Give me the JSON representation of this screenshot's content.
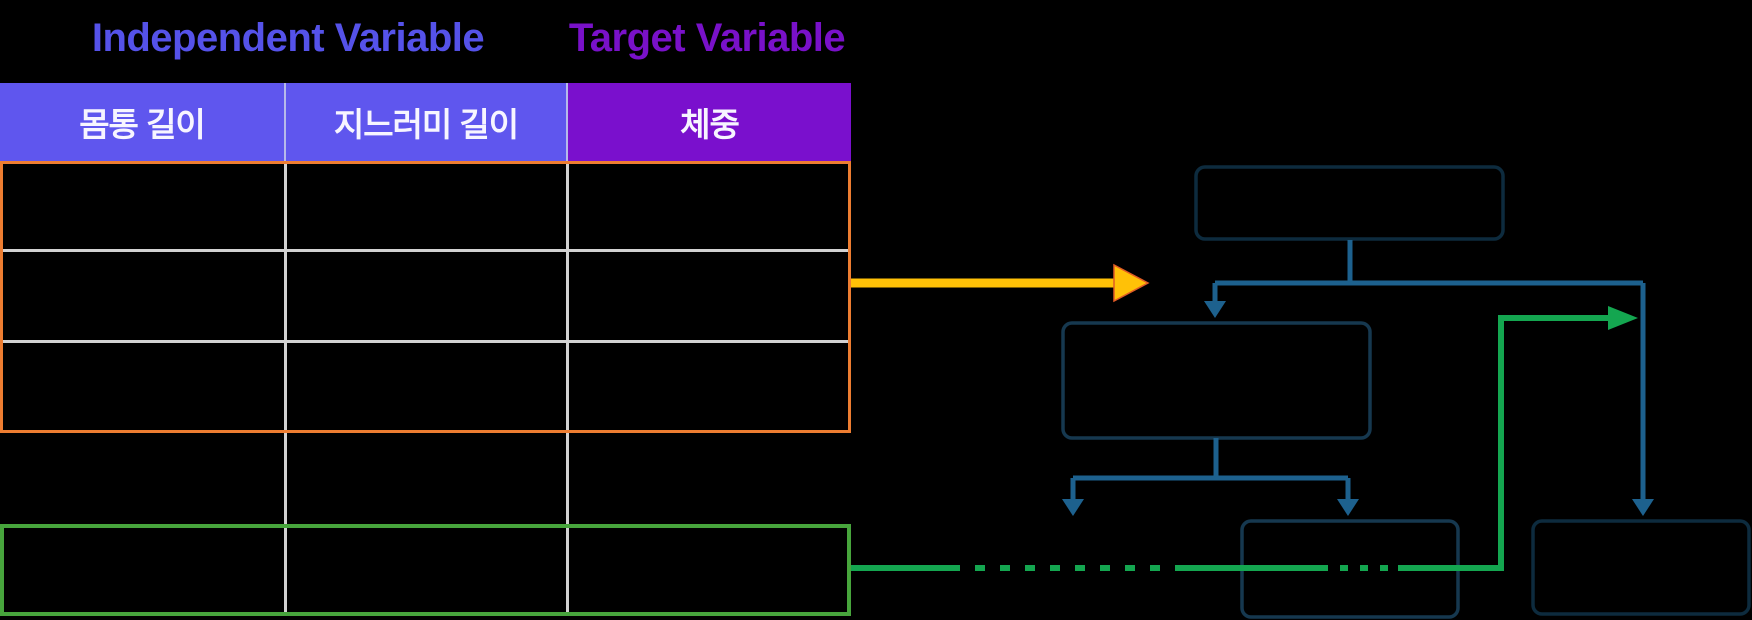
{
  "titles": {
    "independent": {
      "label": "Independent Variable",
      "color": "#5552e9"
    },
    "target": {
      "label": "Target Variable",
      "color": "#7911c9"
    }
  },
  "table": {
    "columns": [
      {
        "label": "몸통 길이",
        "group": "independent",
        "header_bg": "#5f56ee"
      },
      {
        "label": "지느러미 길이",
        "group": "independent",
        "header_bg": "#5f56ee"
      },
      {
        "label": "체중",
        "group": "target",
        "header_bg": "#7a10cd"
      }
    ],
    "rows": [
      [
        "",
        "",
        ""
      ],
      [
        "",
        "",
        ""
      ],
      [
        "",
        "",
        ""
      ],
      [
        "",
        "",
        ""
      ],
      [
        "",
        "",
        ""
      ]
    ],
    "highlights": {
      "orange_border_rows": [
        1,
        2,
        3
      ],
      "orange_color": "#ed7d31",
      "green_border_row": 5,
      "green_color": "#47a53c"
    }
  },
  "flowchart": {
    "nodes": [
      {
        "id": "root",
        "label": ""
      },
      {
        "id": "internal",
        "label": ""
      },
      {
        "id": "leaf-middle",
        "label": ""
      },
      {
        "id": "leaf-right",
        "label": ""
      }
    ],
    "connectors": {
      "input_arrow_color": "#ffc107",
      "tree_edge_color": "#1d618e",
      "feedback_arrow_color": "#14a650",
      "node_outline_color": "#123149"
    }
  },
  "colors": {
    "background": "#000000",
    "gridline": "#d2d2d2",
    "header_divider": "#b6b9ea"
  }
}
